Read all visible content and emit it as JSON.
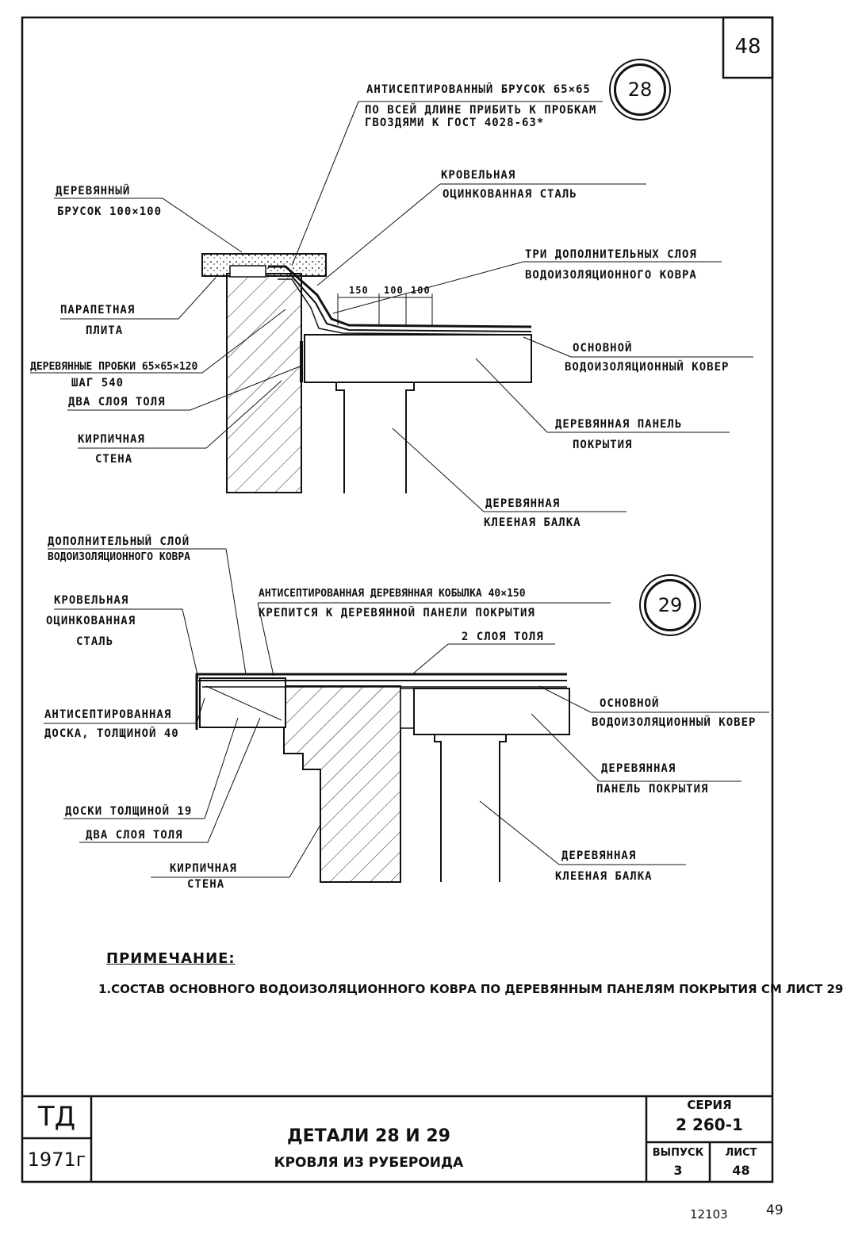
{
  "sheet_number": "48",
  "detail_28": {
    "number": "28",
    "labels": {
      "bar_antiseptic_1": "АНТИСЕПТИРОВАННЫЙ БРУСОК 65×65",
      "bar_antiseptic_2": "ПО ВСЕЙ ДЛИНЕ ПРИБИТЬ К ПРОБКАМ",
      "bar_antiseptic_3": "ГВОЗДЯМИ К        ГОСТ 4028-63*",
      "wood_bar_1": "ДЕРЕВЯННЫЙ",
      "wood_bar_2": "БРУСОК  100×100",
      "roof_steel_1": "КРОВЕЛЬНАЯ",
      "roof_steel_2": "ОЦИНКОВАННАЯ  СТАЛЬ",
      "three_layers_1": "ТРИ  ДОПОЛНИТЕЛЬНЫХ СЛОЯ",
      "three_layers_2": "ВОДОИЗОЛЯЦИОННОГО  КОВРА",
      "parapet_1": "ПАРАПЕТНАЯ",
      "parapet_2": "ПЛИТА",
      "plugs_1": "ДЕРЕВЯННЫЕ ПРОБКИ 65×65×120",
      "plugs_2": "ШАГ 540",
      "two_layers_tol": "ДВА СЛОЯ ТОЛЯ",
      "main_carpet_1": "ОСНОВНОЙ",
      "main_carpet_2": "ВОДОИЗОЛЯЦИОННЫЙ КОВЕР",
      "brick_wall_1": "КИРПИЧНАЯ",
      "brick_wall_2": "СТЕНА",
      "wood_panel_1": "ДЕРЕВЯННАЯ  ПАНЕЛЬ",
      "wood_panel_2": "ПОКРЫТИЯ",
      "glued_beam_1": "ДЕРЕВЯННАЯ",
      "glued_beam_2": "КЛЕЕНАЯ  БАЛКА",
      "dim_150": "150",
      "dim_100a": "100",
      "dim_100b": "100"
    }
  },
  "detail_29": {
    "number": "29",
    "labels": {
      "extra_layer_1": "ДОПОЛНИТЕЛЬНЫЙ СЛОЙ",
      "extra_layer_2": "ВОДОИЗОЛЯЦИОННОГО КОВРА",
      "roof_steel_1": "КРОВЕЛЬНАЯ",
      "roof_steel_2": "ОЦИНКОВАННАЯ",
      "roof_steel_3": "СТАЛЬ",
      "cobylka_1": "АНТИСЕПТИРОВАННАЯ ДЕРЕВЯННАЯ КОБЫЛКА 40×150",
      "cobylka_2": "КРЕПИТСЯ К ДЕРЕВЯННОЙ ПАНЕЛИ ПОКРЫТИЯ",
      "two_layers_tol_top": "2 СЛОЯ ТОЛЯ",
      "board_1": "АНТИСЕПТИРОВАННАЯ",
      "board_2": "ДОСКА, ТОЛЩИНОЙ 40",
      "main_carpet_1": "ОСНОВНОЙ",
      "main_carpet_2": "ВОДОИЗОЛЯЦИОННЫЙ КОВЕР",
      "wood_panel_1": "ДЕРЕВЯННАЯ",
      "wood_panel_2": "ПАНЕЛЬ ПОКРЫТИЯ",
      "boards_19": "ДОСКИ ТОЛЩИНОЙ  19",
      "two_layers_tol": "ДВА СЛОЯ ТОЛЯ",
      "brick_wall_1": "КИРПИЧНАЯ",
      "brick_wall_2": "СТЕНА",
      "glued_beam_1": "ДЕРЕВЯННАЯ",
      "glued_beam_2": "КЛЕЕНАЯ  БАЛКА"
    }
  },
  "note": {
    "heading": "ПРИМЕЧАНИЕ:",
    "text": "1.СОСТАВ ОСНОВНОГО ВОДОИЗОЛЯЦИОННОГО КОВРА ПО ДЕРЕВЯННЫМ ПАНЕЛЯМ ПОКРЫТИЯ СМ ЛИСТ 29"
  },
  "title_block": {
    "org": "ТД",
    "year": "1971г",
    "title_1": "ДЕТАЛИ 28 И 29",
    "title_2": "КРОВЛЯ ИЗ РУБЕРОИДА",
    "series_label": "СЕРИЯ",
    "series_value": "2 260-1",
    "issue_label": "ВЫПУСК",
    "issue_value": "3",
    "sheet_label": "ЛИСТ",
    "sheet_value": "48"
  },
  "footer": {
    "code": "12103",
    "page": "49"
  }
}
